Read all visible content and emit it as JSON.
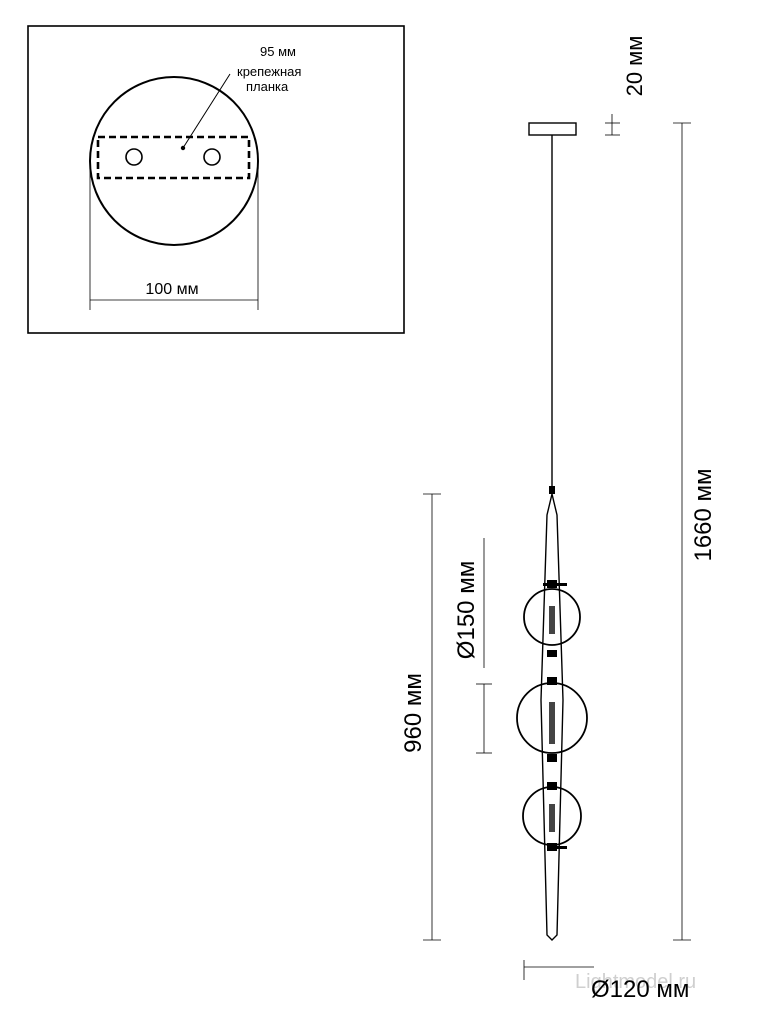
{
  "inset": {
    "plate_width_label": "95 мм",
    "plate_name_line1": "крепежная",
    "plate_name_line2": "планка",
    "canopy_diameter_label": "100 мм"
  },
  "dimensions": {
    "canopy_height": "20 мм",
    "total_height": "1660 мм",
    "body_height": "960 мм",
    "sphere_diameter": "Ø150 мм",
    "base_diameter": "Ø120 мм"
  },
  "watermark": "Lightmodel.ru",
  "colors": {
    "line": "#000000",
    "watermark": "#cfcfcf"
  }
}
